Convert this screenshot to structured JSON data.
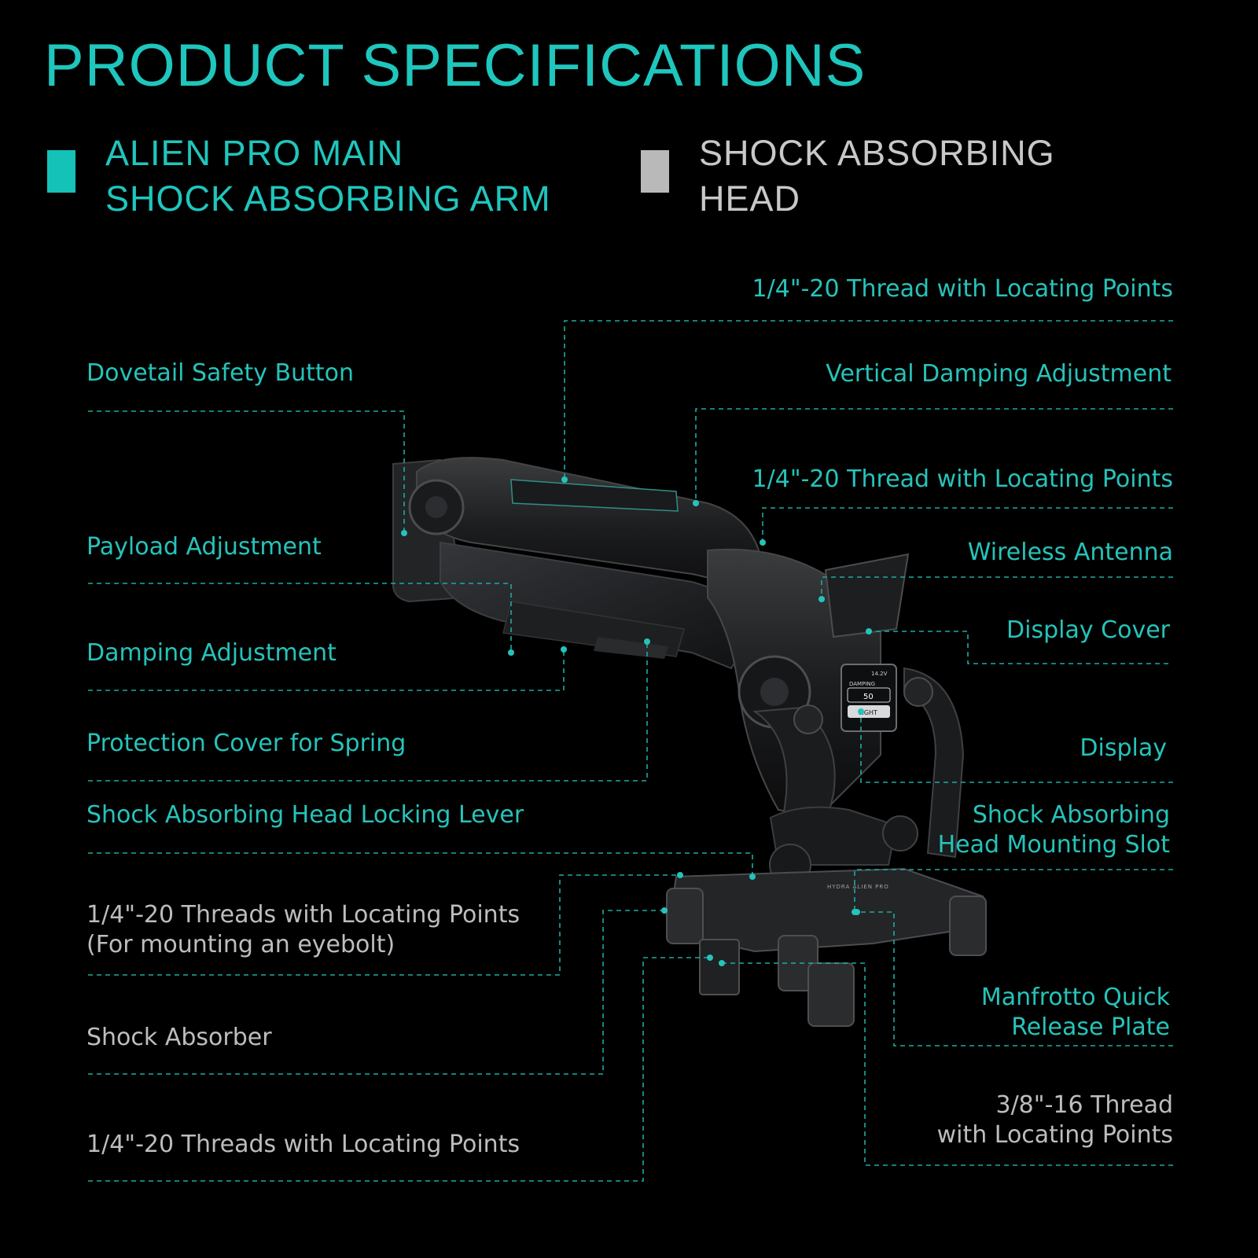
{
  "title": "PRODUCT SPECIFICATIONS",
  "legend": {
    "main": {
      "line1": "ALIEN PRO MAIN",
      "line2": "SHOCK ABSORBING ARM",
      "color": "#14c2b8"
    },
    "head": {
      "line1": "SHOCK ABSORBING",
      "line2": "HEAD",
      "color": "#b9b9b9"
    }
  },
  "product_marking": "HYDRA ALIEN PRO",
  "display_screen": {
    "voltage": "14.2V",
    "mode": "DAMPING",
    "value": "50",
    "preset": "LIGHT"
  },
  "callouts": {
    "thread_top": "1/4\"-20 Thread with Locating Points",
    "dovetail_safety": "Dovetail Safety Button",
    "vertical_damping": "Vertical Damping Adjustment",
    "thread_mid": "1/4\"-20 Thread with Locating Points",
    "payload_adjustment": "Payload Adjustment",
    "wireless_antenna": "Wireless Antenna",
    "display_cover": "Display Cover",
    "damping_adjustment": "Damping Adjustment",
    "protection_cover": "Protection Cover for Spring",
    "display": "Display",
    "locking_lever": "Shock Absorbing Head Locking Lever",
    "mounting_slot": {
      "line1": "Shock Absorbing",
      "line2": "Head Mounting Slot"
    },
    "eyebolt_threads": {
      "line1": "1/4\"-20 Threads with Locating Points",
      "line2": "(For mounting an eyebolt)"
    },
    "shock_absorber": "Shock Absorber",
    "manfrotto": {
      "line1": "Manfrotto Quick",
      "line2": "Release Plate"
    },
    "thread_38": {
      "line1": "3/8\"-16 Thread",
      "line2": "with Locating Points"
    },
    "threads_bottom": "1/4\"-20 Threads with Locating Points"
  }
}
